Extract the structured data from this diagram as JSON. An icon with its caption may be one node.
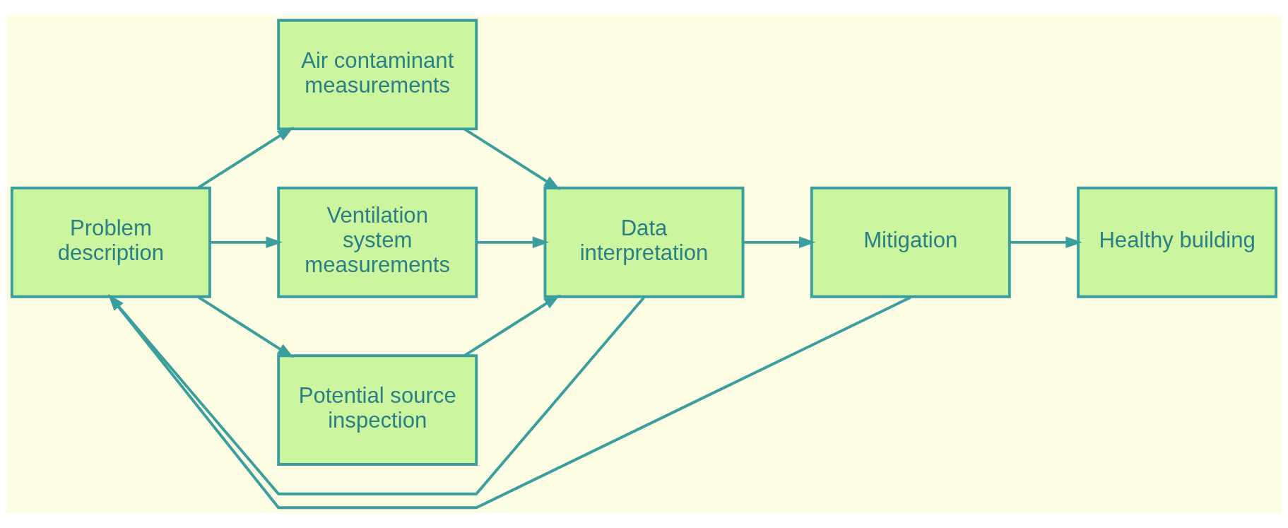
{
  "diagram": {
    "nodes": [
      {
        "text": [
          "Problem description"
        ]
      },
      {
        "text": [
          "Air contaminant measurements"
        ]
      },
      {
        "text": [
          "Ventilation system measurements"
        ]
      },
      {
        "text": [
          "Potential source inspection"
        ]
      },
      {
        "text": [
          "Data interpretation"
        ]
      },
      {
        "text": [
          "Mitigation"
        ]
      },
      {
        "text": [
          "Healthy building"
        ]
      }
    ],
    "edges": [
      {
        "from": 0,
        "to": 1,
        "arrow": "to"
      },
      {
        "from": 0,
        "to": 2,
        "arrow": "to"
      },
      {
        "from": 0,
        "to": 3,
        "arrow": "to"
      },
      {
        "from": 1,
        "to": 4,
        "arrow": "to"
      },
      {
        "from": 2,
        "to": 4,
        "arrow": "to"
      },
      {
        "from": 3,
        "to": 4,
        "arrow": "to"
      },
      {
        "from": 4,
        "to": 5,
        "arrow": "to"
      },
      {
        "from": 5,
        "to": 6,
        "arrow": "to"
      },
      {
        "from": 4,
        "to": 0,
        "arrow": "to"
      },
      {
        "from": 5,
        "to": 0,
        "arrow": "to"
      }
    ]
  }
}
